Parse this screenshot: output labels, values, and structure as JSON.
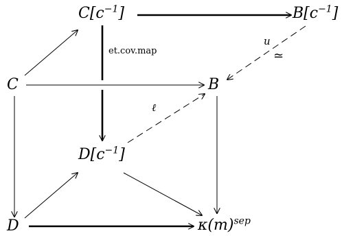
{
  "nodes": {
    "c_inv": {
      "base": "C",
      "tail": "[c",
      "sup": "−1",
      "close": "]"
    },
    "b_inv": {
      "base": "B",
      "tail": "[c",
      "sup": "−1",
      "close": "]"
    },
    "c": {
      "base": "C"
    },
    "b": {
      "base": "B"
    },
    "d_inv": {
      "base": "D",
      "tail": "[c",
      "sup": "−1",
      "close": "]"
    },
    "d": {
      "base": "D"
    },
    "kappa": {
      "base": "κ(m)",
      "sup": "sep"
    }
  },
  "edge_labels": {
    "et_cov_map": "et.cov.map",
    "u": "u",
    "simeq": "≃",
    "ell": "ℓ"
  }
}
